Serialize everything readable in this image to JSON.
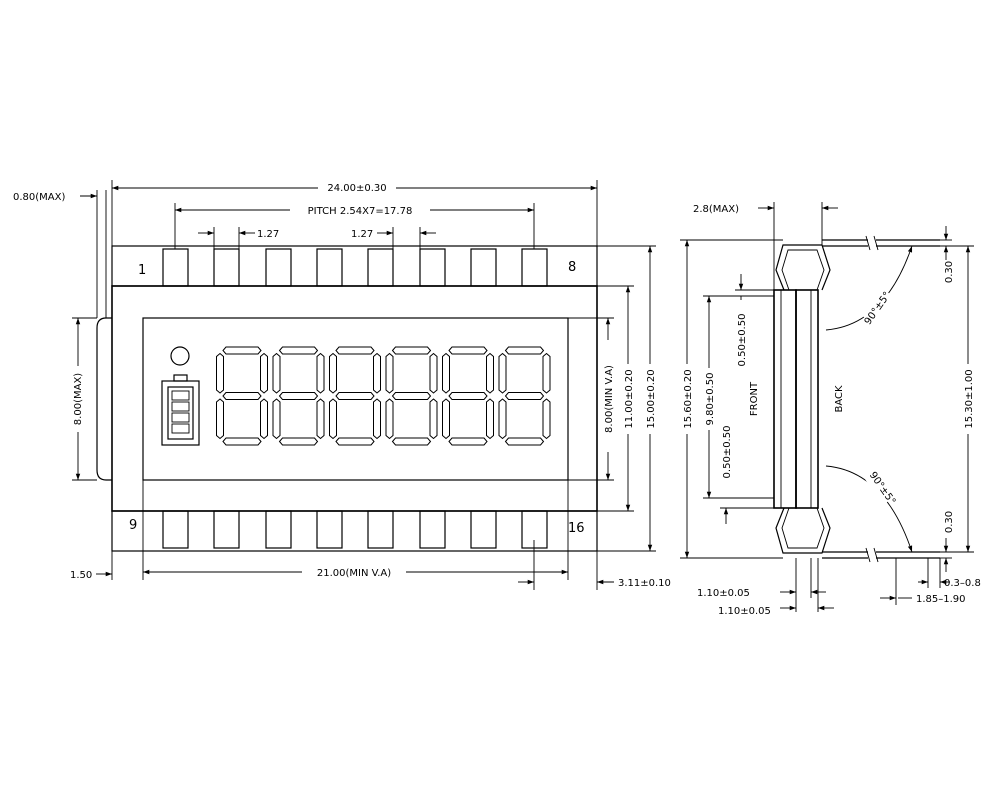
{
  "front_view": {
    "pin_labels": {
      "pin_1": "1",
      "pin_8": "8",
      "pin_9": "9",
      "pin_16": "16"
    },
    "dimensions": {
      "overall_width": "24.00±0.30",
      "pitch": "PITCH 2.54X7=17.78",
      "pin_width_left": "1.27",
      "pin_width_mid": "1.27",
      "pin_max_thickness": "0.80(MAX)",
      "left_height": "8.00(MAX)",
      "view_area_height": "8.00(MIN V.A)",
      "body_height": "11.00±0.20",
      "overall_height": "15.00±0.20",
      "left_offset": "1.50",
      "view_area_width": "21.00(MIN V.A)",
      "pin_offset": "3.11±0.10"
    },
    "display": {
      "digit_count": 6,
      "battery_bars": 4
    }
  },
  "side_view": {
    "labels": {
      "front": "FRONT",
      "back": "BACK"
    },
    "dimensions": {
      "max_width": "2.8(MAX)",
      "overall_height": "15.60±0.20",
      "glass_height": "9.80±0.50",
      "top_gap": "0.50±0.50",
      "bottom_gap": "0.50±0.50",
      "lead_span": "15.30±1.00",
      "angle_top": "90°±5°",
      "angle_bottom": "90°±5°",
      "lead_thickness_top": "0.30",
      "lead_thickness_bottom": "0.30",
      "lead_end": "0.3–0.8",
      "lead_length": "1.85–1.90",
      "glass_front": "1.10±0.05",
      "glass_back": "1.10±0.05"
    }
  }
}
